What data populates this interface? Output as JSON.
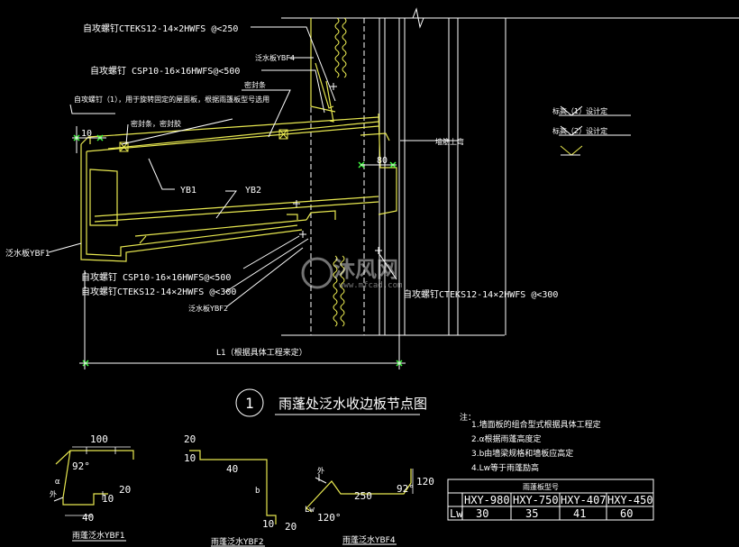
{
  "labels": {
    "top_screw": "自攻螺钉CTEKS12-14×2HWFS @<250",
    "ybf4_top": "泛水板YBF4",
    "csp_top": "自攻螺钉 CSP10-16×16HWFS@<500",
    "seal_strip": "密封条",
    "screw1_note": "自攻螺钉（1），用于旋转固定的屋面板，根据雨篷板型号选用",
    "seal_glue": "密封条，密封胶",
    "wall_top": "墙筋上弯",
    "dim_10": "10",
    "dim_80": "80",
    "yb1": "YB1",
    "yb2": "YB2",
    "ybf1_left": "泛水板YBF1",
    "csp_bottom": "自攻螺钉 CSP10-16×16HWFS@<500",
    "cteks_bottom": "自攻螺钉CTEKS12-14×2HWFS @<300",
    "ybf2_label": "泛水板YBF2",
    "right_screw": "自攻螺钉CTEKS12-14×2HWFS @<300",
    "elev1": "标高（1）设计定",
    "elev2": "标高（2）设计定",
    "l1_label": "L1（根据具体工程来定）",
    "title_num": "1",
    "title_text": "雨蓬处泛水收边板节点图",
    "watermark_cn": "沐风网",
    "watermark_en": "www.mfcad.com"
  },
  "notes": {
    "heading": "注：",
    "items": [
      "1.墙面板的组合型式根据具体工程定",
      "2.α根据雨蓬高度定",
      "3.b由墙梁规格和墙板应高定",
      "4.Lw等于雨蓬励高"
    ]
  },
  "table": {
    "title": "雨蓬板型号",
    "headers": [
      "HXY-980",
      "HXY-750",
      "HXY-407",
      "HXY-450"
    ],
    "row_label": "Lw",
    "values": [
      "30",
      "35",
      "41",
      "60"
    ]
  },
  "profiles": {
    "ybf1": {
      "caption": "雨蓬泛水YBF1",
      "dims": [
        "100",
        "92°",
        "α",
        "20",
        "10",
        "40",
        "外"
      ]
    },
    "ybf2": {
      "caption": "雨蓬泛水YBF2",
      "dims": [
        "20",
        "10",
        "40",
        "b",
        "10",
        "20"
      ]
    },
    "ybf4": {
      "caption": "雨蓬泛水YBF4",
      "dims": [
        "外",
        "250",
        "92°",
        "120",
        "Lw",
        "120°"
      ]
    }
  }
}
